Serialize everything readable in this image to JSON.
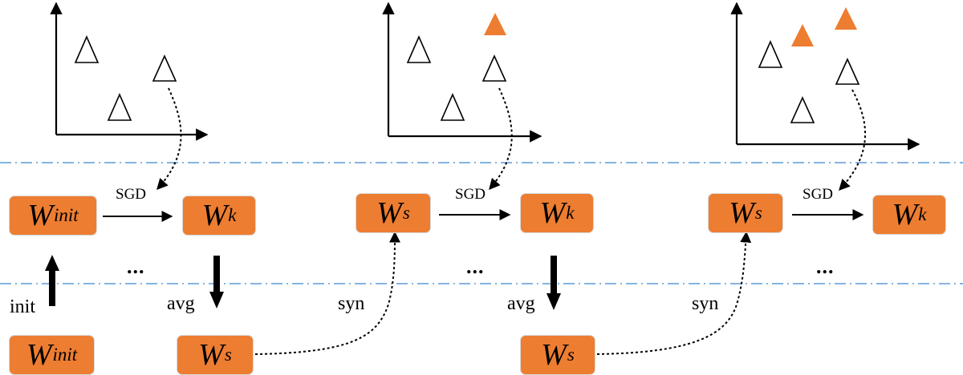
{
  "colors": {
    "box_fill": "#ED7D31",
    "box_border": "#D9D9D9",
    "separator": "#5B9BD5",
    "point_filled": "#ED7D31"
  },
  "boxes": {
    "w_init_top": {
      "var": "W",
      "sub": "init"
    },
    "w_k_1": {
      "var": "W",
      "sub": "k"
    },
    "w_s_mid_1": {
      "var": "W",
      "sub": "s"
    },
    "w_k_2": {
      "var": "W",
      "sub": "k"
    },
    "w_s_mid_2": {
      "var": "W",
      "sub": "s"
    },
    "w_k_3": {
      "var": "W",
      "sub": "k"
    },
    "w_init_bottom": {
      "var": "W",
      "sub": "init"
    },
    "w_s_bottom_1": {
      "var": "W",
      "sub": "s"
    },
    "w_s_bottom_2": {
      "var": "W",
      "sub": "s"
    }
  },
  "labels": {
    "sgd_1": "SGD",
    "sgd_2": "SGD",
    "sgd_3": "SGD",
    "init": "init",
    "avg_1": "avg",
    "avg_2": "avg",
    "syn_1": "syn",
    "syn_2": "syn",
    "ellipsis_1": "...",
    "ellipsis_2": "...",
    "ellipsis_3": "..."
  },
  "icons": {
    "point_open": "hollow-triangle",
    "point_new": "filled-triangle"
  }
}
